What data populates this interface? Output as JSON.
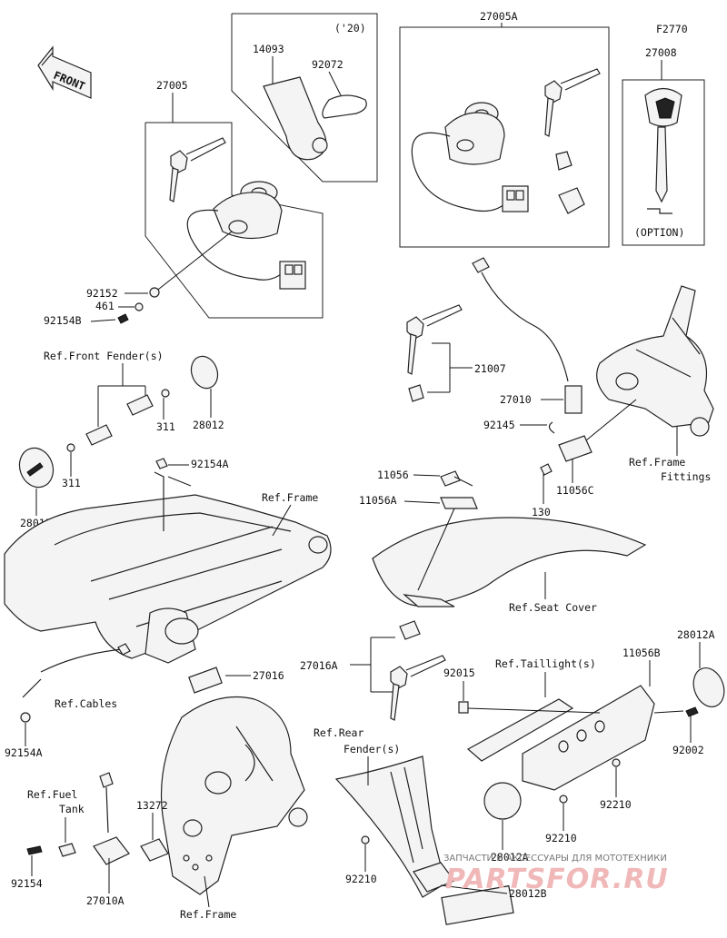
{
  "front_label": "FRONT",
  "callouts": {
    "c27005": "27005",
    "c14093": "14093",
    "c20": "('20)",
    "c92072": "92072",
    "c27005A": "27005A",
    "cF2770": "F2770",
    "c27008": "27008",
    "option": "(OPTION)",
    "c92152": "92152",
    "c461": "461",
    "c92154B": "92154B",
    "refFrontFender": "Ref.Front Fender(s)",
    "c311a": "311",
    "c28012a": "28012",
    "c311b": "311",
    "c28012b": "28012",
    "c92154A_top": "92154A",
    "refFrame1": "Ref.Frame",
    "c21007": "21007",
    "c27010": "27010",
    "c92145": "92145",
    "refFrameFittings1": "Ref.Frame",
    "refFrameFittings2": "Fittings",
    "c130": "130",
    "c11056C": "11056C",
    "c11056": "11056",
    "c11056A": "11056A",
    "refSeatCover": "Ref.Seat Cover",
    "c27016": "27016",
    "refCables": "Ref.Cables",
    "c92154A_bot": "92154A",
    "c27016A": "27016A",
    "c92015": "92015",
    "refTaillight": "Ref.Taillight(s)",
    "c11056B": "11056B",
    "c28012A_top": "28012A",
    "c92002": "92002",
    "refRearFender1": "Ref.Rear",
    "refRearFender2": "Fender(s)",
    "c92210a": "92210",
    "c92210b": "92210",
    "c92210c": "92210",
    "c28012A_bot": "28012A",
    "c28012B": "28012B",
    "refFuelTank1": "Ref.Fuel",
    "refFuelTank2": "Tank",
    "c13272": "13272",
    "c92154": "92154",
    "c27010A": "27010A",
    "refFrame2": "Ref.Frame"
  },
  "watermark": {
    "line1": "ЗАПЧАСТИ И АКСЕССУАРЫ ДЛЯ МОТОТЕХНИКИ",
    "line2": "PARTSFOR.RU"
  }
}
